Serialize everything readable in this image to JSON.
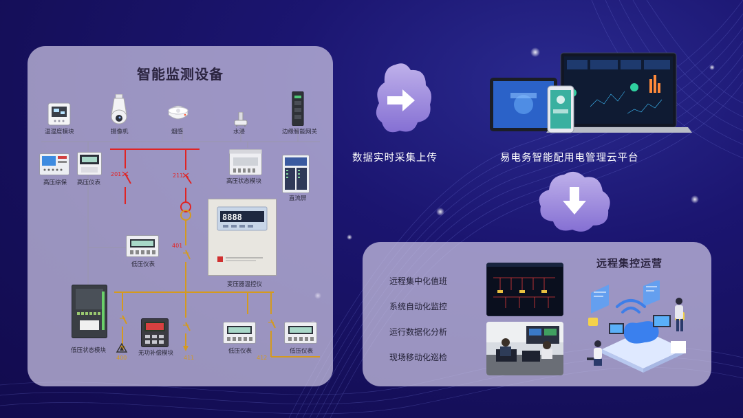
{
  "left_panel": {
    "title": "智能监测设备",
    "devices": {
      "humidity_module": "温湿度模块",
      "camera": "摄像机",
      "smoke": "烟感",
      "water": "水浸",
      "edge_gateway": "边缘智能网关",
      "hv_protection": "高压综保",
      "hv_meter": "高压仪表",
      "hv_state_module": "高压状态模块",
      "dc_screen": "直流屏",
      "lv_meter": "低压仪表",
      "transformer_temp": "变压器温控仪",
      "lv_state_module": "低压状态模块",
      "reactive_comp": "无功补偿模块",
      "lv_meter_2": "低压仪表",
      "lv_meter_3": "低压仪表"
    },
    "switch_numbers": {
      "s201": "201",
      "s211": "211",
      "s401": "401",
      "s400": "400",
      "s411": "411",
      "s412": "412"
    }
  },
  "flow": {
    "upload_text": "数据实时采集上传",
    "platform_text": "易电务智能配用电管理云平台"
  },
  "right_panel": {
    "title": "远程集控运营",
    "items": [
      "远程集中化值班",
      "系统自动化监控",
      "运行数据化分析",
      "现场移动化巡检"
    ]
  },
  "colors": {
    "hv_line": "#e02424",
    "lv_line": "#d49a1f",
    "bg_dark": "#150f5a",
    "panel": "#cec8e6"
  }
}
